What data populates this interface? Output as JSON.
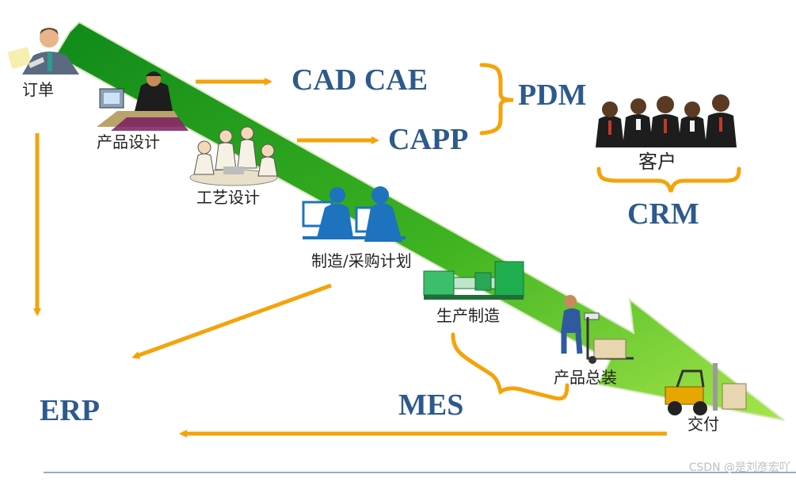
{
  "colors": {
    "arrow": "#f5a30a",
    "slope_dark": "#0f8a1a",
    "slope_light": "#9be03c",
    "system_text": "#2d5a8c",
    "divider": "#2f5597"
  },
  "stages": {
    "order": "订单",
    "product_design": "产品设计",
    "process_design": "工艺设计",
    "mfg_plan": "制造/采购计划",
    "production": "生产制造",
    "assembly": "产品总装",
    "delivery": "交付",
    "customer": "客户"
  },
  "systems": {
    "cad_cae": "CAD CAE",
    "capp": "CAPP",
    "pdm": "PDM",
    "crm": "CRM",
    "erp": "ERP",
    "mes": "MES"
  },
  "icons": [
    "businessman-icon",
    "designer-at-desk-icon",
    "team-meeting-icon",
    "handshake-icon",
    "machine-icon",
    "worker-hand-truck-icon",
    "forklift-icon",
    "customers-group-icon"
  ],
  "watermark": "CSDN @是刘彦宏吖"
}
